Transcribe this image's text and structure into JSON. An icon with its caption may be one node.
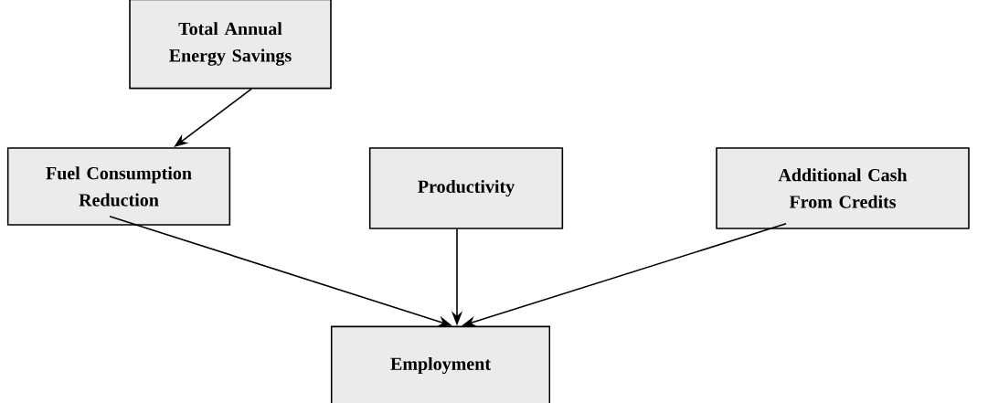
{
  "diagram": {
    "nodes": [
      {
        "text": [
          "Total Annual Energy Savings"
        ]
      },
      {
        "text": [
          "Fuel Consumption Reduction"
        ]
      },
      {
        "text": [
          "Productivity"
        ]
      },
      {
        "text": [
          "Additional Cash From Credits"
        ]
      },
      {
        "text": [
          "Employment"
        ]
      }
    ],
    "edges": [
      {
        "from": 0,
        "to": 1,
        "arrow": "to"
      },
      {
        "from": 1,
        "to": 4,
        "arrow": "to"
      },
      {
        "from": 2,
        "to": 4,
        "arrow": "to"
      },
      {
        "from": 3,
        "to": 4,
        "arrow": "to"
      }
    ]
  }
}
